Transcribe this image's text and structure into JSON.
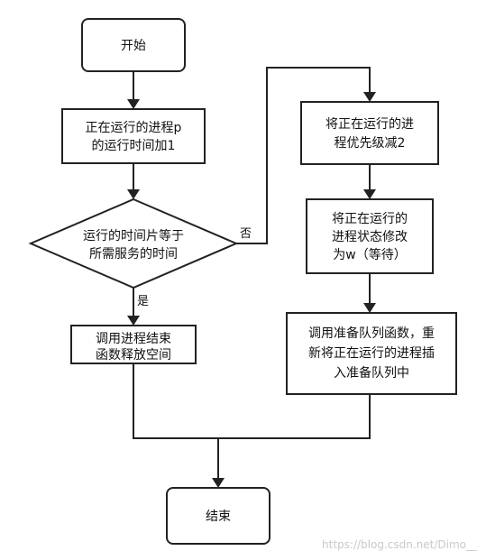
{
  "nodes": {
    "start": {
      "lines": [
        "开始"
      ]
    },
    "increment_time": {
      "lines": [
        "正在运行的进程p",
        "的运行时间加1"
      ]
    },
    "decision": {
      "lines": [
        "运行的时间片等于",
        "所需服务的时间"
      ]
    },
    "call_end_func": {
      "lines": [
        "调用进程结束",
        "函数释放空间"
      ]
    },
    "end": {
      "lines": [
        "结束"
      ]
    },
    "decrease_priority": {
      "lines": [
        "将正在运行的进",
        "程优先级减2"
      ]
    },
    "set_waiting": {
      "lines": [
        "将正在运行的",
        "进程状态修改",
        "为w（等待）"
      ]
    },
    "reinsert_queue": {
      "lines": [
        "调用准备队列函数，重",
        "新将正在运行的进程插",
        "入准备队列中"
      ]
    }
  },
  "edge_labels": {
    "yes": "是",
    "no": "否"
  },
  "watermark": "https://blog.csdn.net/Dimo__"
}
